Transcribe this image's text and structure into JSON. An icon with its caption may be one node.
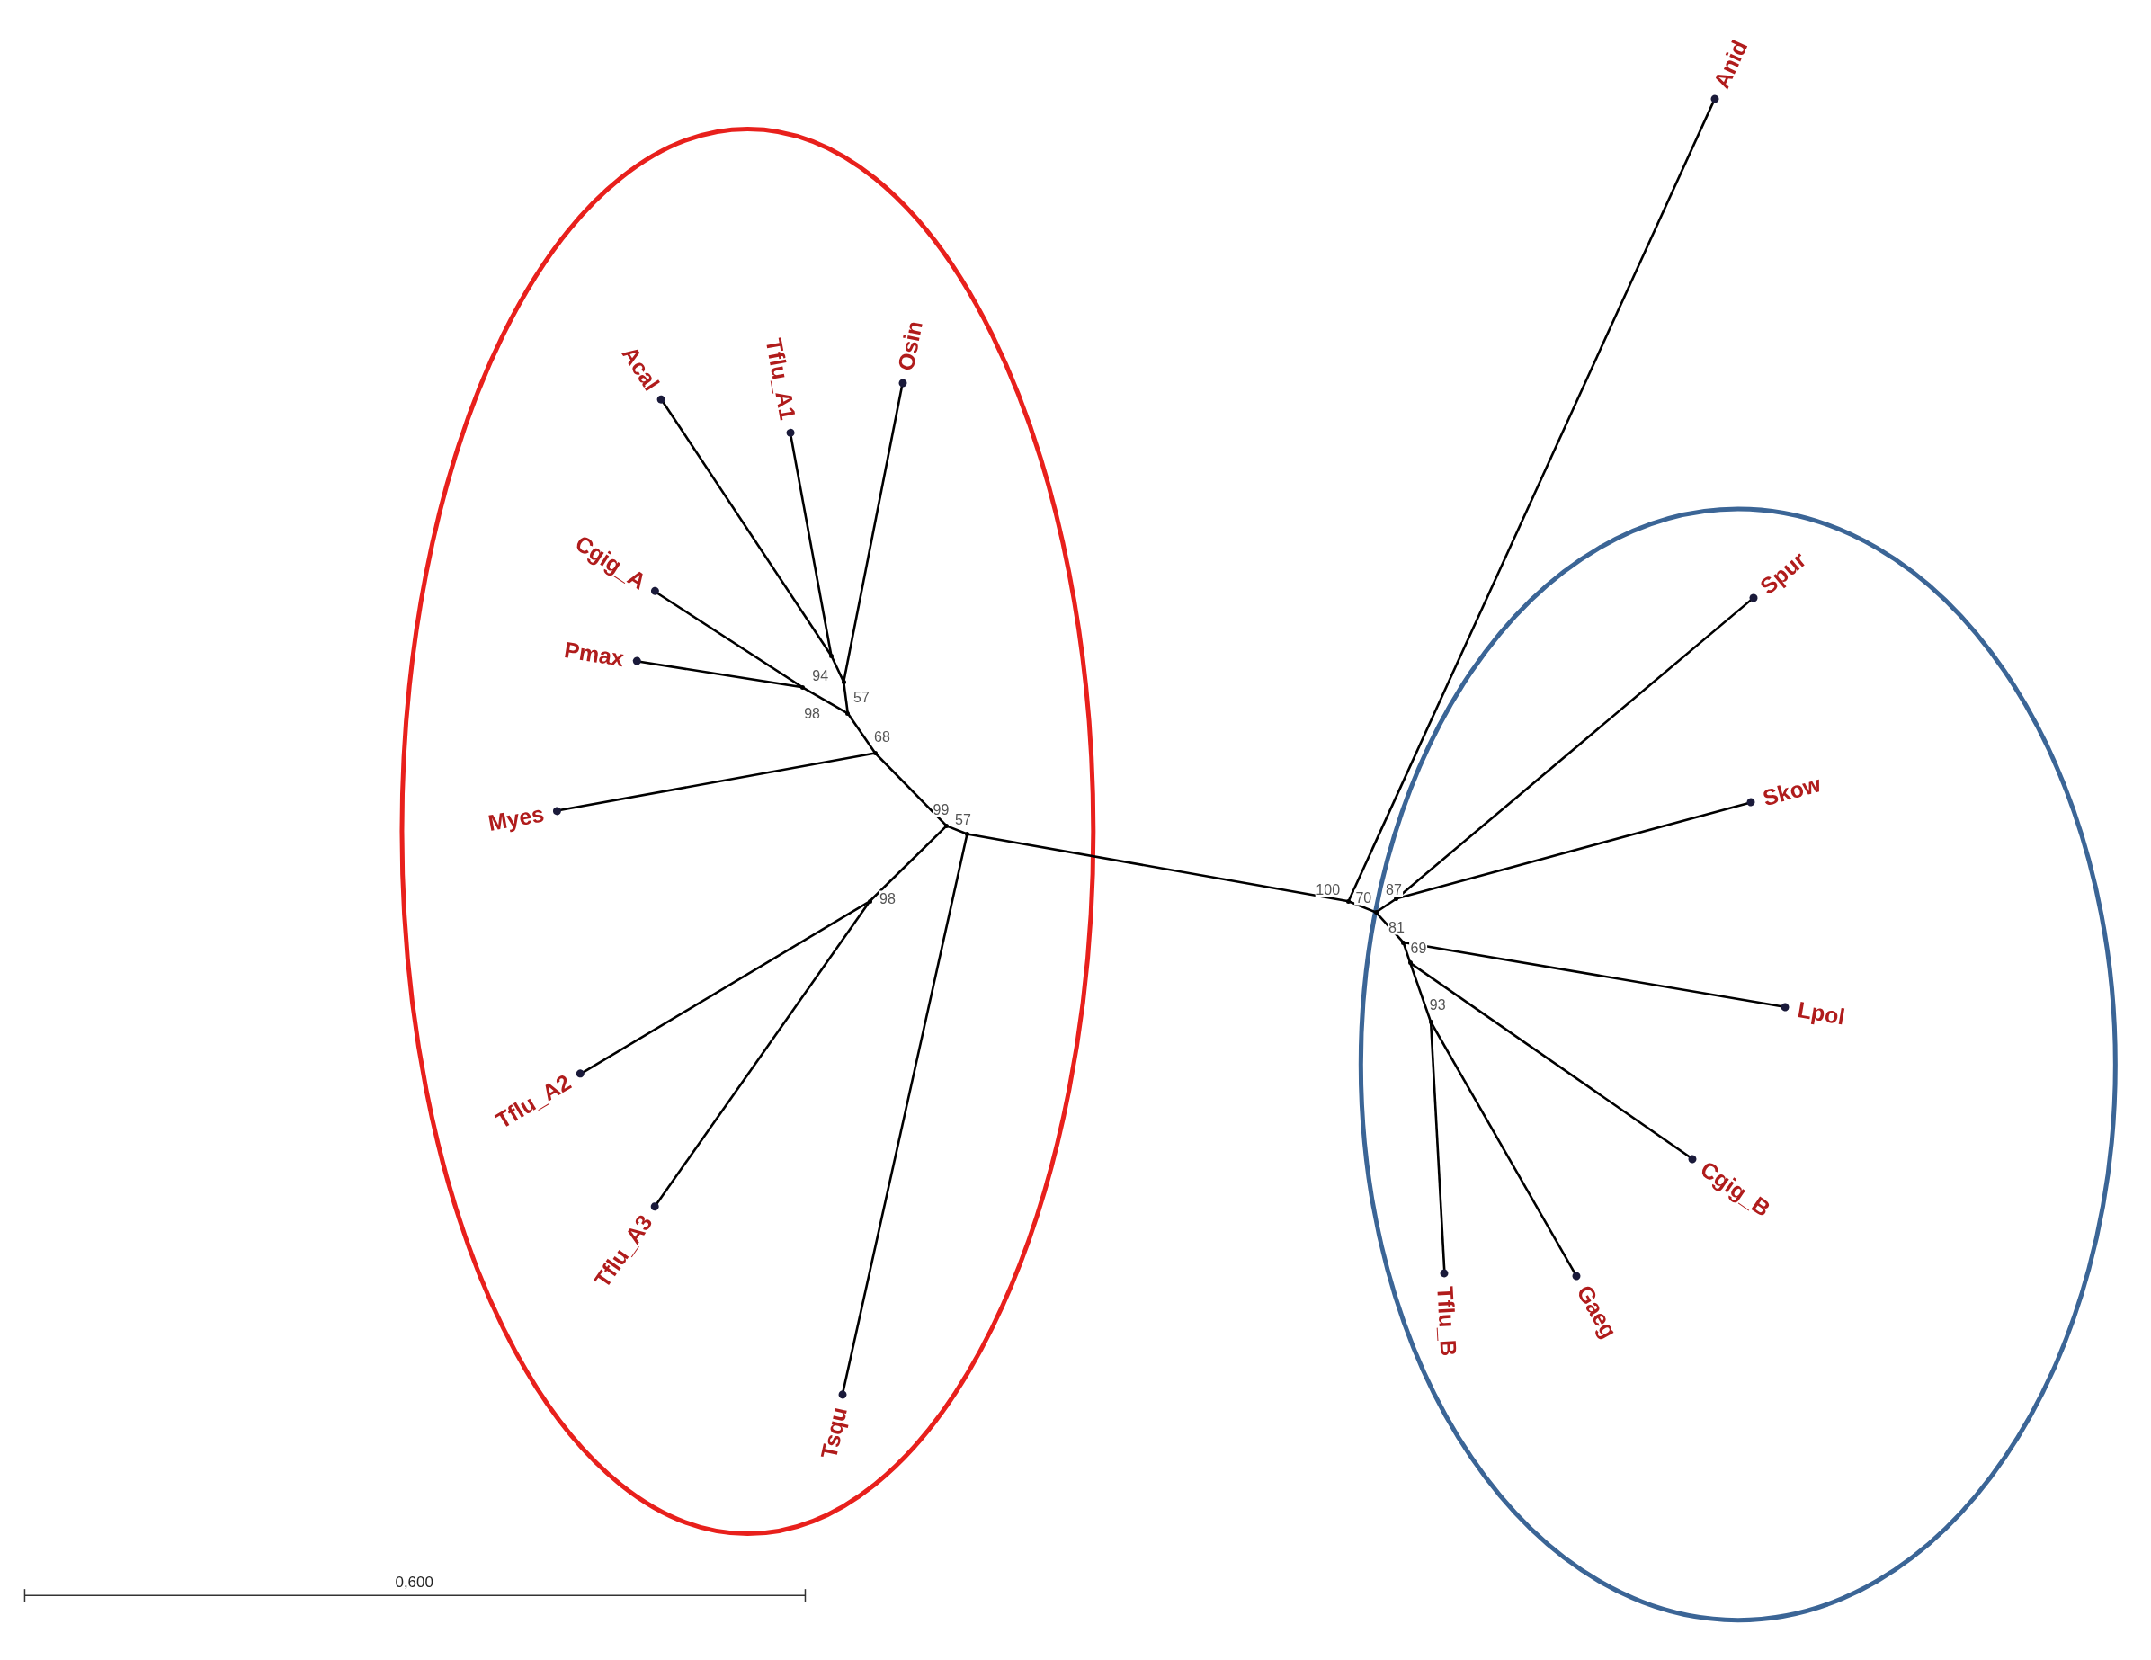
{
  "diagram": {
    "nodes": [
      {
        "text": [
          "Anid"
        ]
      },
      {
        "text": [
          "Acal"
        ]
      },
      {
        "text": [
          "Tflu_A1"
        ]
      },
      {
        "text": [
          "Osin"
        ]
      },
      {
        "text": [
          "Cgig_A"
        ]
      },
      {
        "text": [
          "Spur"
        ]
      },
      {
        "text": [
          "Pmax"
        ]
      },
      {
        "text": [
          "Myes"
        ]
      },
      {
        "text": [
          "Skow"
        ]
      },
      {
        "text": [
          "Lpol"
        ]
      },
      {
        "text": [
          "Tflu_A2"
        ]
      },
      {
        "text": [
          "Cgig_B"
        ]
      },
      {
        "text": [
          "Tflu_A3"
        ]
      },
      {
        "text": [
          "Tflu_B"
        ]
      },
      {
        "text": [
          "Gaeg"
        ]
      },
      {
        "text": [
          "Tsqu"
        ]
      },
      {
        "text": [],
        "shape": "point"
      },
      {
        "text": [],
        "shape": "point"
      },
      {
        "text": [],
        "shape": "point"
      },
      {
        "text": [],
        "shape": "point"
      },
      {
        "text": [],
        "shape": "point"
      },
      {
        "text": [],
        "shape": "point"
      },
      {
        "text": [],
        "shape": "point"
      },
      {
        "text": [],
        "shape": "point"
      },
      {
        "text": [],
        "shape": "point"
      },
      {
        "text": [],
        "shape": "point"
      },
      {
        "text": [],
        "shape": "point"
      },
      {
        "text": [],
        "shape": "point"
      },
      {
        "text": [],
        "shape": "point"
      },
      {
        "text": [],
        "shape": "point"
      }
    ],
    "edges": [
      {
        "from": 16,
        "to": 1,
        "arrow": "none"
      },
      {
        "from": 16,
        "to": 2,
        "arrow": "none"
      },
      {
        "from": 17,
        "to": 16,
        "arrow": "none",
        "label": "94"
      },
      {
        "from": 17,
        "to": 3,
        "arrow": "none"
      },
      {
        "from": 18,
        "to": 4,
        "arrow": "none"
      },
      {
        "from": 18,
        "to": 6,
        "arrow": "none"
      },
      {
        "from": 19,
        "to": 17,
        "arrow": "none",
        "label": "57"
      },
      {
        "from": 19,
        "to": 18,
        "arrow": "none",
        "label": "98"
      },
      {
        "from": 20,
        "to": 19,
        "arrow": "none",
        "label": "68"
      },
      {
        "from": 20,
        "to": 7,
        "arrow": "none"
      },
      {
        "from": 21,
        "to": 20,
        "arrow": "none",
        "label": "99"
      },
      {
        "from": 21,
        "to": 23,
        "arrow": "none",
        "label": "98"
      },
      {
        "from": 23,
        "to": 10,
        "arrow": "none"
      },
      {
        "from": 23,
        "to": 12,
        "arrow": "none"
      },
      {
        "from": 22,
        "to": 21,
        "arrow": "none",
        "label": "57"
      },
      {
        "from": 22,
        "to": 15,
        "arrow": "none"
      },
      {
        "from": 22,
        "to": 24,
        "arrow": "none",
        "label": "100"
      },
      {
        "from": 24,
        "to": 0,
        "arrow": "none"
      },
      {
        "from": 24,
        "to": 25,
        "arrow": "none",
        "label": "70"
      },
      {
        "from": 25,
        "to": 26,
        "arrow": "none",
        "label": "87"
      },
      {
        "from": 26,
        "to": 5,
        "arrow": "none"
      },
      {
        "from": 26,
        "to": 8,
        "arrow": "none"
      },
      {
        "from": 25,
        "to": 27,
        "arrow": "none",
        "label": "81"
      },
      {
        "from": 27,
        "to": 9,
        "arrow": "none"
      },
      {
        "from": 27,
        "to": 28,
        "arrow": "none",
        "label": "69"
      },
      {
        "from": 28,
        "to": 11,
        "arrow": "none"
      },
      {
        "from": 28,
        "to": 29,
        "arrow": "none",
        "label": "93"
      },
      {
        "from": 29,
        "to": 13,
        "arrow": "none"
      },
      {
        "from": 29,
        "to": 14,
        "arrow": "none"
      }
    ],
    "labels": [
      "0,600"
    ]
  }
}
